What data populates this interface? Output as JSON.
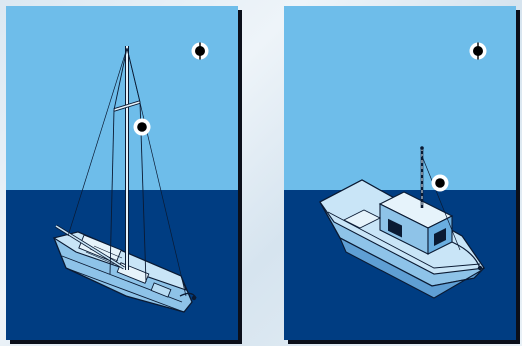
{
  "colors": {
    "sky": "#6ebdea",
    "sea": "#003d82",
    "hull_light": "#c9e5f7",
    "hull_mid": "#8ec3e8",
    "outline": "#0a1a33",
    "marker_fill": "#ffffff",
    "marker_dot": "#000000"
  },
  "panels": [
    {
      "id": "sailboat",
      "icon": "sailboat-illustration"
    },
    {
      "id": "motorboat",
      "icon": "motorboat-illustration"
    }
  ]
}
